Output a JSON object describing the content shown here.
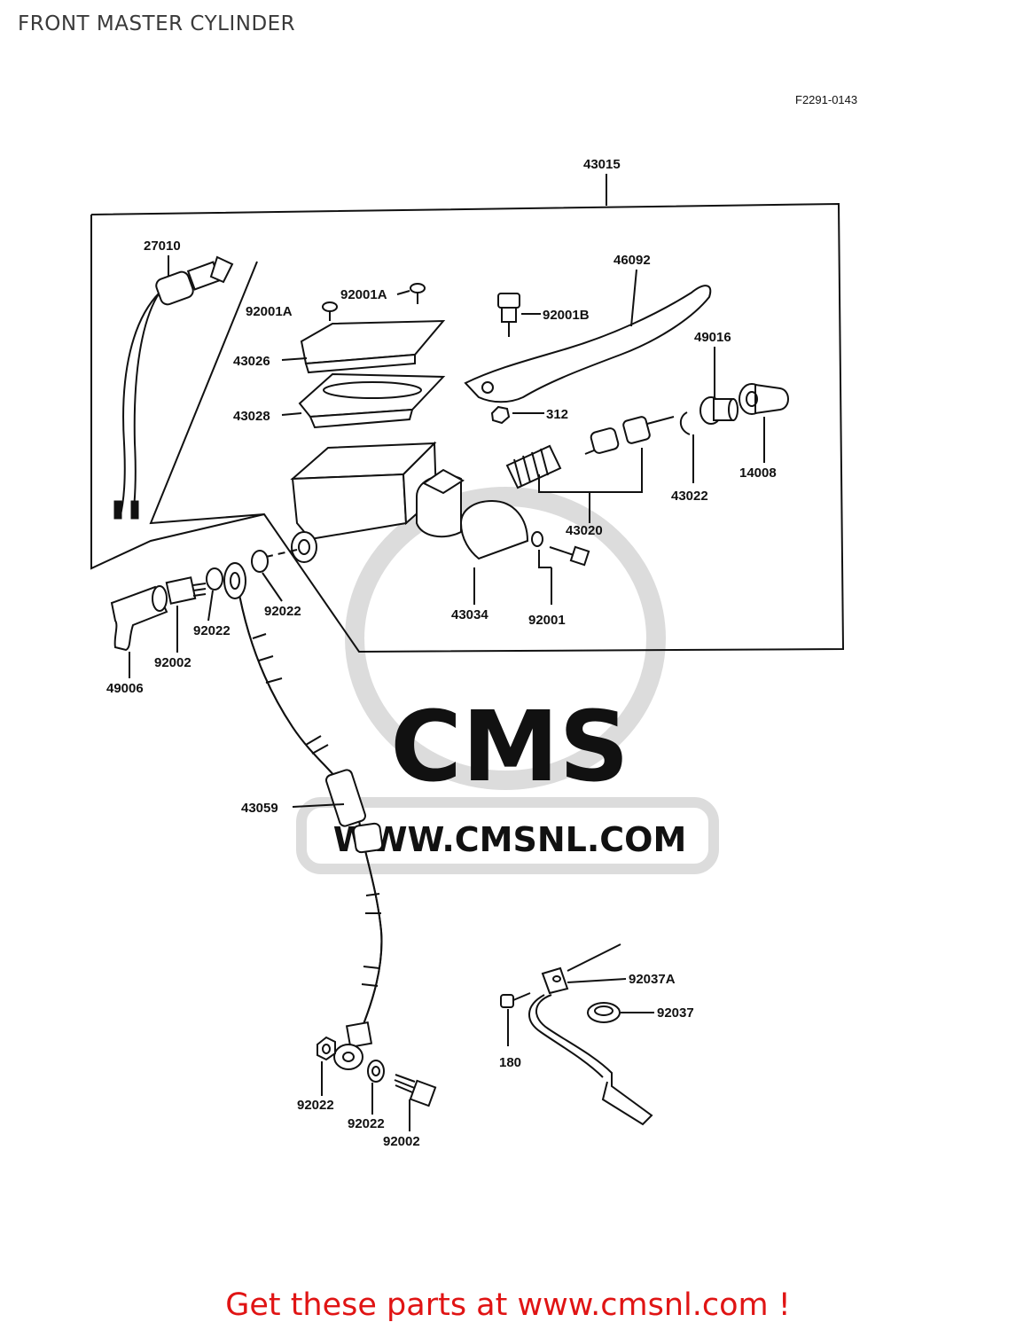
{
  "page": {
    "title": "FRONT MASTER CYLINDER"
  },
  "diagram": {
    "code": "F2291-0143",
    "assembly": "43015",
    "labels": {
      "l27010": "27010",
      "l92001A_a": "92001A",
      "l92001A_b": "92001A",
      "l43026": "43026",
      "l43028": "43028",
      "l46092": "46092",
      "l92001B": "92001B",
      "l49016": "49016",
      "l312": "312",
      "l14008": "14008",
      "l43022": "43022",
      "l43020": "43020",
      "l43034": "43034",
      "l92001": "92001",
      "l92022_a": "92022",
      "l92022_b": "92022",
      "l92002_a": "92002",
      "l49006": "49006",
      "l43059": "43059",
      "l92037A": "92037A",
      "l92037": "92037",
      "l180": "180",
      "l92022_c": "92022",
      "l92022_d": "92022",
      "l92002_b": "92002"
    }
  },
  "watermark": {
    "brand": "CMS",
    "url": "WWW.CMSNL.COM",
    "color": "#d6d6d6"
  },
  "footer": {
    "text": "Get these parts at www.cmsnl.com !",
    "color": "#e01414"
  }
}
